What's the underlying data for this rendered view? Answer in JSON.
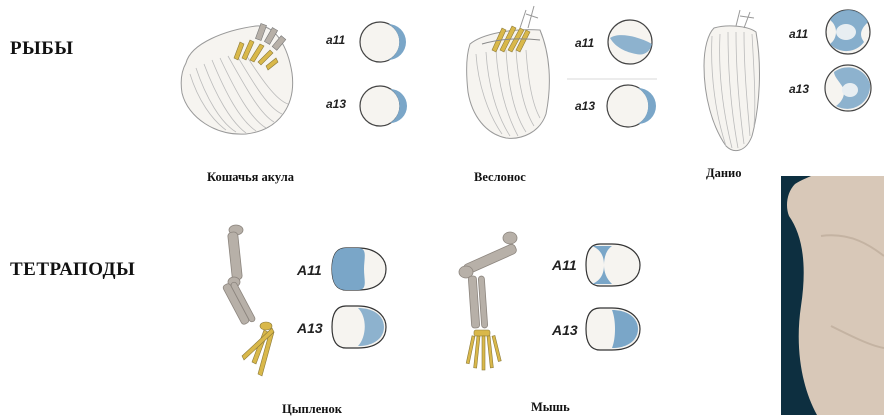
{
  "headings": {
    "fish": "РЫБЫ",
    "tetrapods": "ТЕТРАПОДЫ"
  },
  "fish": [
    {
      "caption": "Кошачья акула",
      "labels": [
        "a11",
        "a13"
      ]
    },
    {
      "caption": "Веслонос",
      "labels": [
        "a11",
        "a13"
      ]
    },
    {
      "caption": "Данио",
      "labels": [
        "a11",
        "a13"
      ]
    }
  ],
  "tetrapods": [
    {
      "caption": "Цыпленок",
      "labels": [
        "A11",
        "A13"
      ]
    },
    {
      "caption": "Мышь",
      "labels": [
        "A11",
        "A13"
      ]
    }
  ],
  "colors": {
    "expression_blue": "#7aa6c8",
    "bone_gray": "#b7b0a8",
    "cartilage_yellow": "#d9b84a",
    "photo_background": "#0d2f40",
    "photo_tissue": "#d8c8b8"
  }
}
